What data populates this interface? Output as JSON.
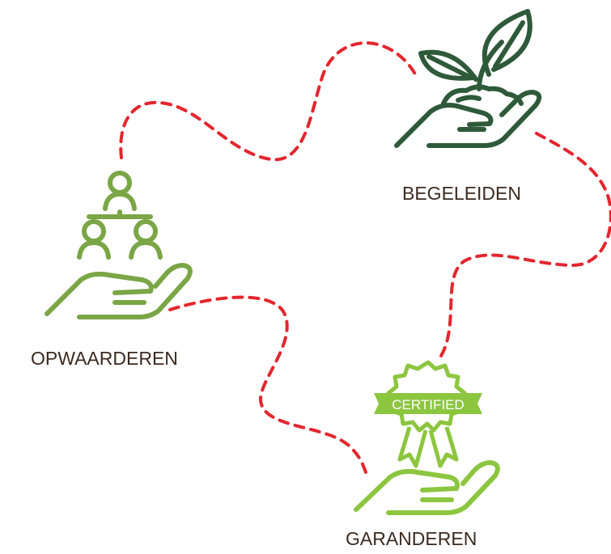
{
  "steps": {
    "begeleiden": {
      "label": "BEGELEIDEN",
      "icon": "hand-with-sprout-icon",
      "color": "#2e5a3a"
    },
    "opwaarderen": {
      "label": "OPWAARDEREN",
      "icon": "hand-with-people-icon",
      "color": "#7aa646"
    },
    "garanderen": {
      "label": "GARANDEREN",
      "icon": "hand-with-certified-badge-icon",
      "color": "#8cc63f",
      "badge_text": "CERTIFIED"
    }
  },
  "connector": {
    "style": "dashed",
    "color": "#e3262e"
  },
  "colors": {
    "label_text": "#3b2a20"
  }
}
